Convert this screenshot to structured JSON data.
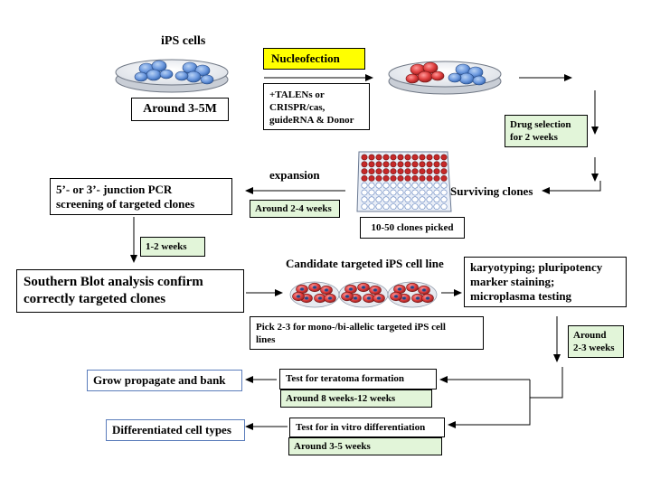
{
  "ips_cells_label": "iPS cells",
  "around_3_5m": "Around 3-5M",
  "nucleofection": "Nucleofection",
  "reagents": [
    "+TALENs or",
    "CRISPR/cas,",
    "guideRNA & Donor"
  ],
  "drug_selection": [
    "Drug selection",
    "for 2 weeks"
  ],
  "surviving_clones": "Surviving clones",
  "expansion": "expansion",
  "around_2_4_weeks": "Around 2-4 weeks",
  "clones_picked": "10-50 clones picked",
  "junction_pcr": [
    "5’- or 3’- junction PCR",
    "screening of targeted clones"
  ],
  "one_two_weeks": "1-2 weeks",
  "southern_blot": [
    "Southern Blot analysis confirm",
    "correctly targeted clones"
  ],
  "candidate_line": "Candidate targeted iPS cell line",
  "pick_2_3": [
    "Pick 2-3 for mono-/bi-allelic targeted iPS cell",
    "lines"
  ],
  "karyotyping": [
    "karyotyping; pluripotency",
    "marker staining;",
    "microplasma testing"
  ],
  "around_2_3_weeks": [
    "Around",
    "2-3 weeks"
  ],
  "teratoma_test": "Test for teratoma formation",
  "around_8_12_weeks": "Around 8 weeks-12 weeks",
  "grow_bank": "Grow propagate and bank",
  "in_vitro_test": "Test for in vitro differentiation",
  "around_3_5_weeks": "Around 3-5 weeks",
  "differentiated": "Differentiated cell types",
  "colors": {
    "green_box": "#e2f5d9",
    "yellow_box": "#ffff00",
    "blue_border": "#5b7dbb",
    "cell_blue": "#5b8fd6",
    "cell_red": "#d53a3a"
  }
}
